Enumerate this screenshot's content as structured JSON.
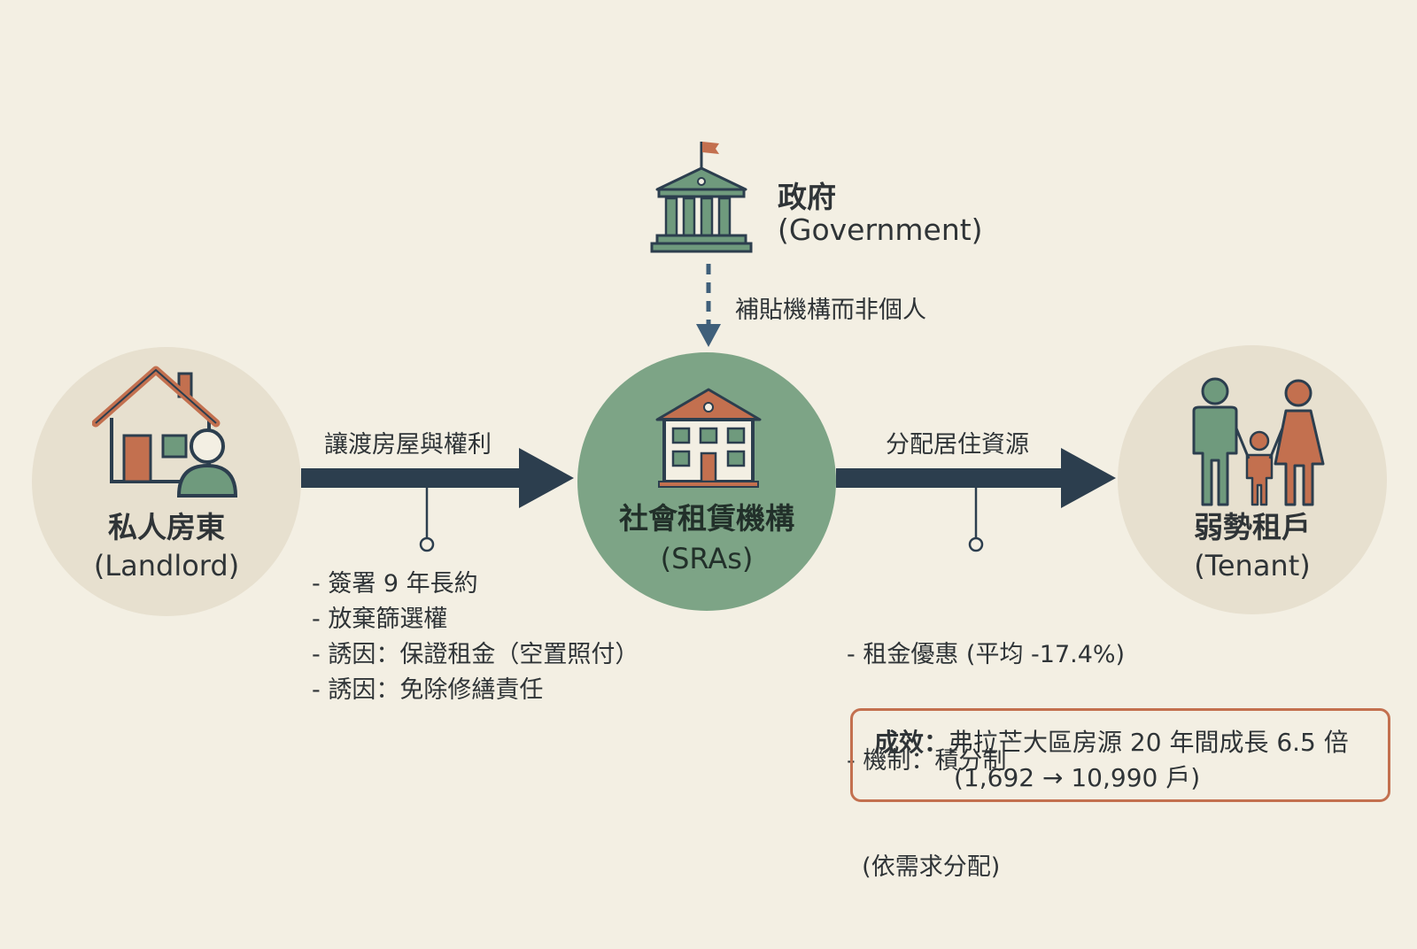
{
  "government": {
    "title": "政府",
    "subtitle": "(Government)",
    "icon": "government-building-icon",
    "link_label": "補貼機構而非個人"
  },
  "landlord": {
    "title": "私人房東",
    "subtitle": "(Landlord)",
    "icon": "house-with-person-icon"
  },
  "sra": {
    "title": "社會租賃機構",
    "subtitle": "(SRAs)",
    "icon": "institution-building-icon"
  },
  "tenant": {
    "title": "弱勢租戶",
    "subtitle": "(Tenant)",
    "icon": "family-icon"
  },
  "flows": {
    "landlord_to_sra": {
      "label": "讓渡房屋與權利",
      "details": [
        "- 簽署 9 年長約",
        "- 放棄篩選權",
        "- 誘因：保證租金（空置照付）",
        "- 誘因：免除修繕責任"
      ]
    },
    "sra_to_tenant": {
      "label": "分配居住資源",
      "details": [
        "- 租金優惠 (平均 -17.4%)",
        "- 機制：積分制",
        "  (依需求分配)"
      ]
    }
  },
  "result": {
    "label": "成效：",
    "line1": "弗拉芒大區房源 20 年間成長 6.5 倍",
    "line2": "(1,692 → 10,990 戶)"
  },
  "colors": {
    "background": "#f3efe3",
    "side_circle": "#e7e0cf",
    "center_circle": "#7da486",
    "arrow": "#2c3e4e",
    "accent_orange": "#c3704f",
    "green_icon": "#6f9a7d",
    "result_border": "#c3704f"
  }
}
